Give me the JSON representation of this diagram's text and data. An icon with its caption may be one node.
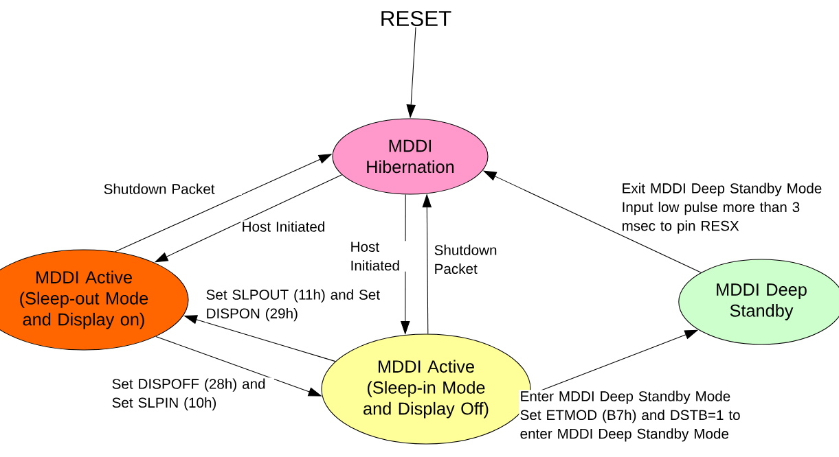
{
  "diagram": {
    "nodes": [
      {
        "text": [
          "RESET"
        ]
      },
      {
        "text": [
          "MDDI Hibernation"
        ]
      },
      {
        "text": [
          "MDDI Active (Sleep-out Mode and Display on)"
        ]
      },
      {
        "text": [
          "MDDI Active (Sleep-in Mode and Display Off)"
        ]
      },
      {
        "text": [
          "MDDI Deep Standby"
        ]
      }
    ],
    "edges": [
      {
        "from": 0,
        "to": 1,
        "arrow": "to"
      },
      {
        "from": 2,
        "to": 1,
        "arrow": "to",
        "label": "Shutdown Packet"
      },
      {
        "from": 1,
        "to": 2,
        "arrow": "to",
        "label": "Host Initiated"
      },
      {
        "from": 1,
        "to": 3,
        "arrow": "to",
        "label": "Host Initiated"
      },
      {
        "from": 3,
        "to": 1,
        "arrow": "to",
        "label": "Shutdown Packet"
      },
      {
        "from": 3,
        "to": 2,
        "arrow": "to",
        "label": "Set SLPOUT (11h) and Set DISPON (29h)"
      },
      {
        "from": 2,
        "to": 3,
        "arrow": "to",
        "label": "Set DISPOFF (28h) and Set SLPIN (10h)"
      },
      {
        "from": 3,
        "to": 4,
        "arrow": "to",
        "label": "Enter MDDI Deep Standby Mode Set ETMOD (B7h) and DSTB=1 to enter MDDI Deep Standby Mode"
      },
      {
        "from": 4,
        "to": 1,
        "arrow": "to",
        "label": "Exit MDDI Deep Standby Mode Input low pulse more than 3 msec to pin RESX"
      }
    ]
  }
}
